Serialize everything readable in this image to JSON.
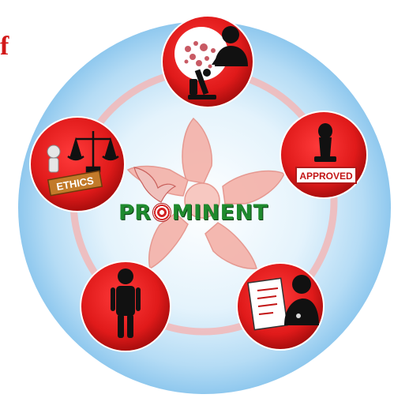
{
  "fragment_letter": "f",
  "brand": {
    "name_before": "PR",
    "name_after": "MINENT"
  },
  "stations": {
    "laboratory": {
      "icon": "microscope-icon"
    },
    "approval": {
      "icon": "stamp-icon",
      "label": "APPROVED"
    },
    "clinician": {
      "icon": "doctor-clipboard-icon"
    },
    "patient": {
      "icon": "person-icon"
    },
    "ethics": {
      "icon": "scales-icon",
      "label": "ETHICS"
    }
  },
  "colors": {
    "ring_outer": "#8fc8ee",
    "ring_inner": "#e4f3fc",
    "station_red": "#e01a1a",
    "brand_green": "#1f8a2e",
    "letter_red": "#d21818"
  }
}
